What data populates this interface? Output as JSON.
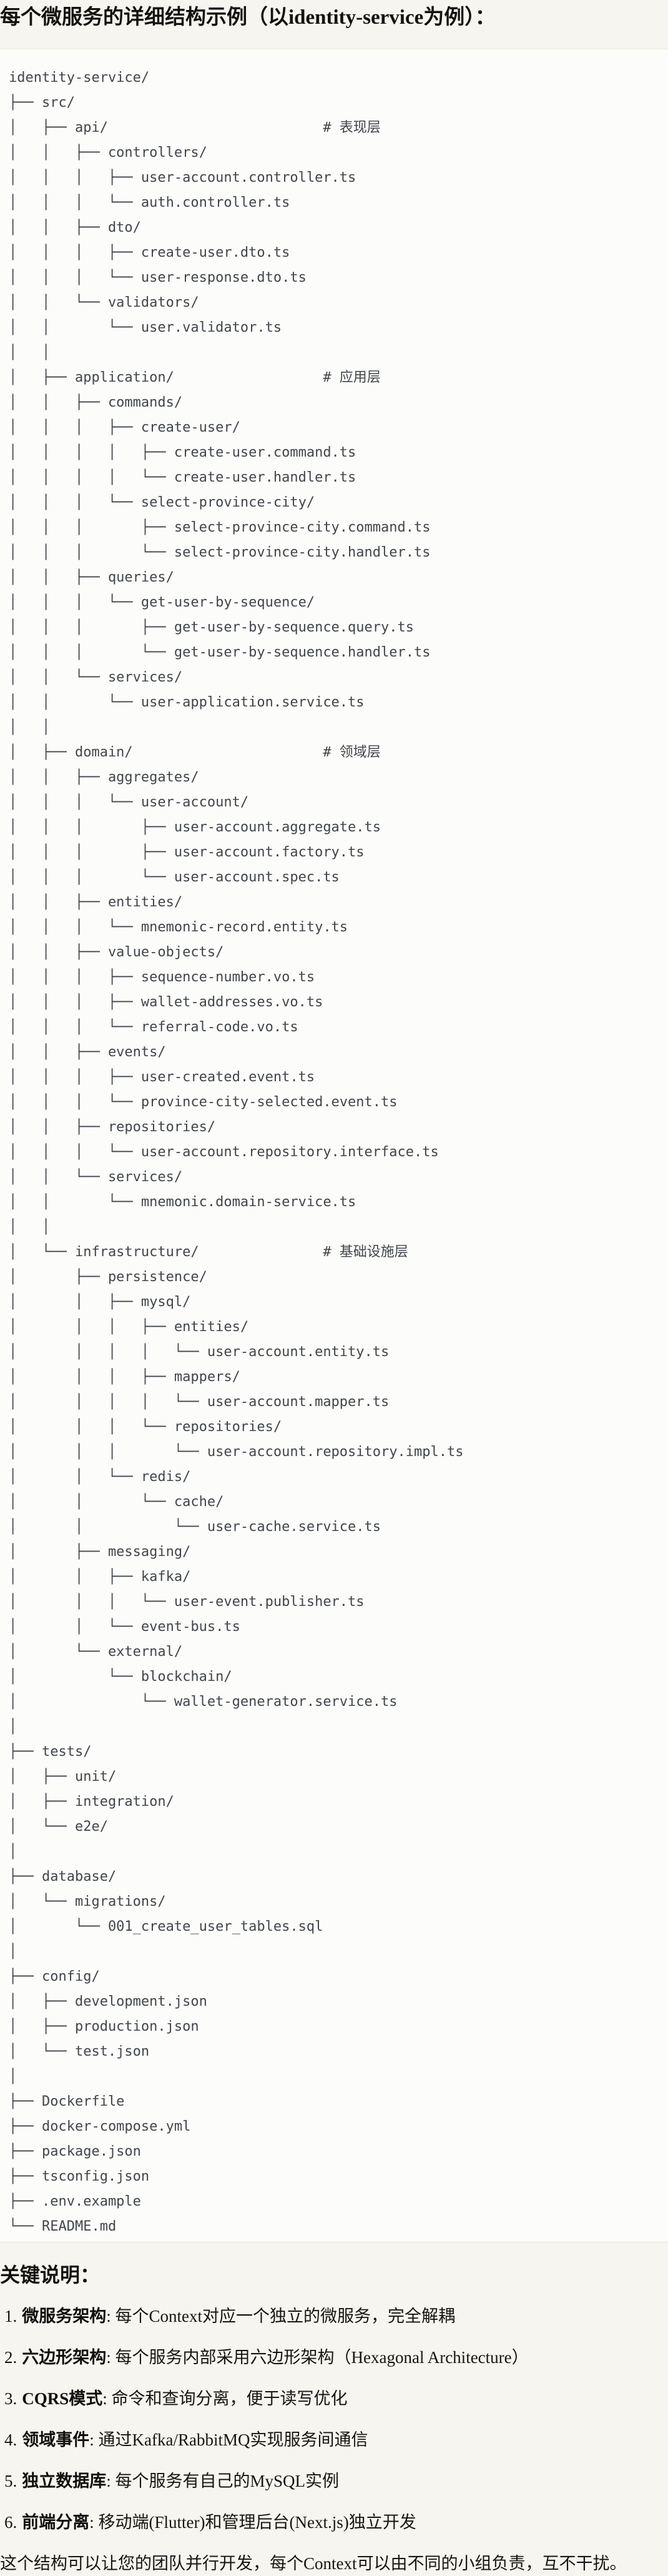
{
  "page_title": "每个微服务的详细结构示例（以identity-service为例）：",
  "tree": {
    "lines": [
      "identity-service/",
      "├── src/",
      "│   ├── api/                          # 表现层",
      "│   │   ├── controllers/",
      "│   │   │   ├── user-account.controller.ts",
      "│   │   │   └── auth.controller.ts",
      "│   │   ├── dto/",
      "│   │   │   ├── create-user.dto.ts",
      "│   │   │   └── user-response.dto.ts",
      "│   │   └── validators/",
      "│   │       └── user.validator.ts",
      "│   │",
      "│   ├── application/                  # 应用层",
      "│   │   ├── commands/",
      "│   │   │   ├── create-user/",
      "│   │   │   │   ├── create-user.command.ts",
      "│   │   │   │   └── create-user.handler.ts",
      "│   │   │   └── select-province-city/",
      "│   │   │       ├── select-province-city.command.ts",
      "│   │   │       └── select-province-city.handler.ts",
      "│   │   ├── queries/",
      "│   │   │   └── get-user-by-sequence/",
      "│   │   │       ├── get-user-by-sequence.query.ts",
      "│   │   │       └── get-user-by-sequence.handler.ts",
      "│   │   └── services/",
      "│   │       └── user-application.service.ts",
      "│   │",
      "│   ├── domain/                       # 领域层",
      "│   │   ├── aggregates/",
      "│   │   │   └── user-account/",
      "│   │   │       ├── user-account.aggregate.ts",
      "│   │   │       ├── user-account.factory.ts",
      "│   │   │       └── user-account.spec.ts",
      "│   │   ├── entities/",
      "│   │   │   └── mnemonic-record.entity.ts",
      "│   │   ├── value-objects/",
      "│   │   │   ├── sequence-number.vo.ts",
      "│   │   │   ├── wallet-addresses.vo.ts",
      "│   │   │   └── referral-code.vo.ts",
      "│   │   ├── events/",
      "│   │   │   ├── user-created.event.ts",
      "│   │   │   └── province-city-selected.event.ts",
      "│   │   ├── repositories/",
      "│   │   │   └── user-account.repository.interface.ts",
      "│   │   └── services/",
      "│   │       └── mnemonic.domain-service.ts",
      "│   │",
      "│   └── infrastructure/               # 基础设施层",
      "│       ├── persistence/",
      "│       │   ├── mysql/",
      "│       │   │   ├── entities/",
      "│       │   │   │   └── user-account.entity.ts",
      "│       │   │   ├── mappers/",
      "│       │   │   │   └── user-account.mapper.ts",
      "│       │   │   └── repositories/",
      "│       │   │       └── user-account.repository.impl.ts",
      "│       │   └── redis/",
      "│       │       └── cache/",
      "│       │           └── user-cache.service.ts",
      "│       ├── messaging/",
      "│       │   ├── kafka/",
      "│       │   │   └── user-event.publisher.ts",
      "│       │   └── event-bus.ts",
      "│       └── external/",
      "│           └── blockchain/",
      "│               └── wallet-generator.service.ts",
      "│",
      "├── tests/",
      "│   ├── unit/",
      "│   ├── integration/",
      "│   └── e2e/",
      "│",
      "├── database/",
      "│   └── migrations/",
      "│       └── 001_create_user_tables.sql",
      "│",
      "├── config/",
      "│   ├── development.json",
      "│   ├── production.json",
      "│   └── test.json",
      "│",
      "├── Dockerfile",
      "├── docker-compose.yml",
      "├── package.json",
      "├── tsconfig.json",
      "├── .env.example",
      "└── README.md"
    ]
  },
  "notes": {
    "heading": "关键说明：",
    "items": [
      {
        "num": "1.",
        "term": "微服务架构",
        "desc": ": 每个Context对应一个独立的微服务，完全解耦"
      },
      {
        "num": "2.",
        "term": "六边形架构",
        "desc": ": 每个服务内部采用六边形架构（Hexagonal Architecture）"
      },
      {
        "num": "3.",
        "term": "CQRS模式",
        "desc": ": 命令和查询分离，便于读写优化"
      },
      {
        "num": "4.",
        "term": "领域事件",
        "desc": ": 通过Kafka/RabbitMQ实现服务间通信"
      },
      {
        "num": "5.",
        "term": "独立数据库",
        "desc": ": 每个服务有自己的MySQL实例"
      },
      {
        "num": "6.",
        "term": "前端分离",
        "desc": ": 移动端(Flutter)和管理后台(Next.js)独立开发"
      }
    ]
  },
  "footer": "这个结构可以让您的团队并行开发，每个Context可以由不同的小组负责，互不干扰。",
  "colors": {
    "page_bg": "#F7F5EF",
    "code_bg": "#FCFCFA",
    "code_border": "#E8E5DE",
    "tree_text": "#41464B",
    "text": "#171512"
  }
}
